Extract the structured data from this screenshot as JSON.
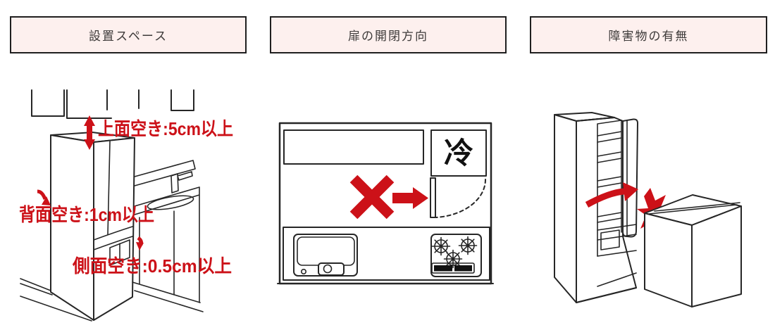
{
  "colors": {
    "accent_red": "#cc1118",
    "header_bg": "#fdf0ee",
    "header_border": "#1f1f1f",
    "line_art": "#262626",
    "header_text": "#3d3a39"
  },
  "sections": [
    {
      "id": "installation-space",
      "title": "設置スペース"
    },
    {
      "id": "door-direction",
      "title": "扉の開閉方向"
    },
    {
      "id": "obstacles",
      "title": "障害物の有無"
    }
  ],
  "installation_space": {
    "top_clearance_label": "上面空き:5cm以上",
    "back_clearance_label": "背面空き:1cm以上",
    "side_clearance_label": "側面空き:0.5cm以上"
  },
  "door_direction": {
    "fridge_kanji": "冷"
  }
}
